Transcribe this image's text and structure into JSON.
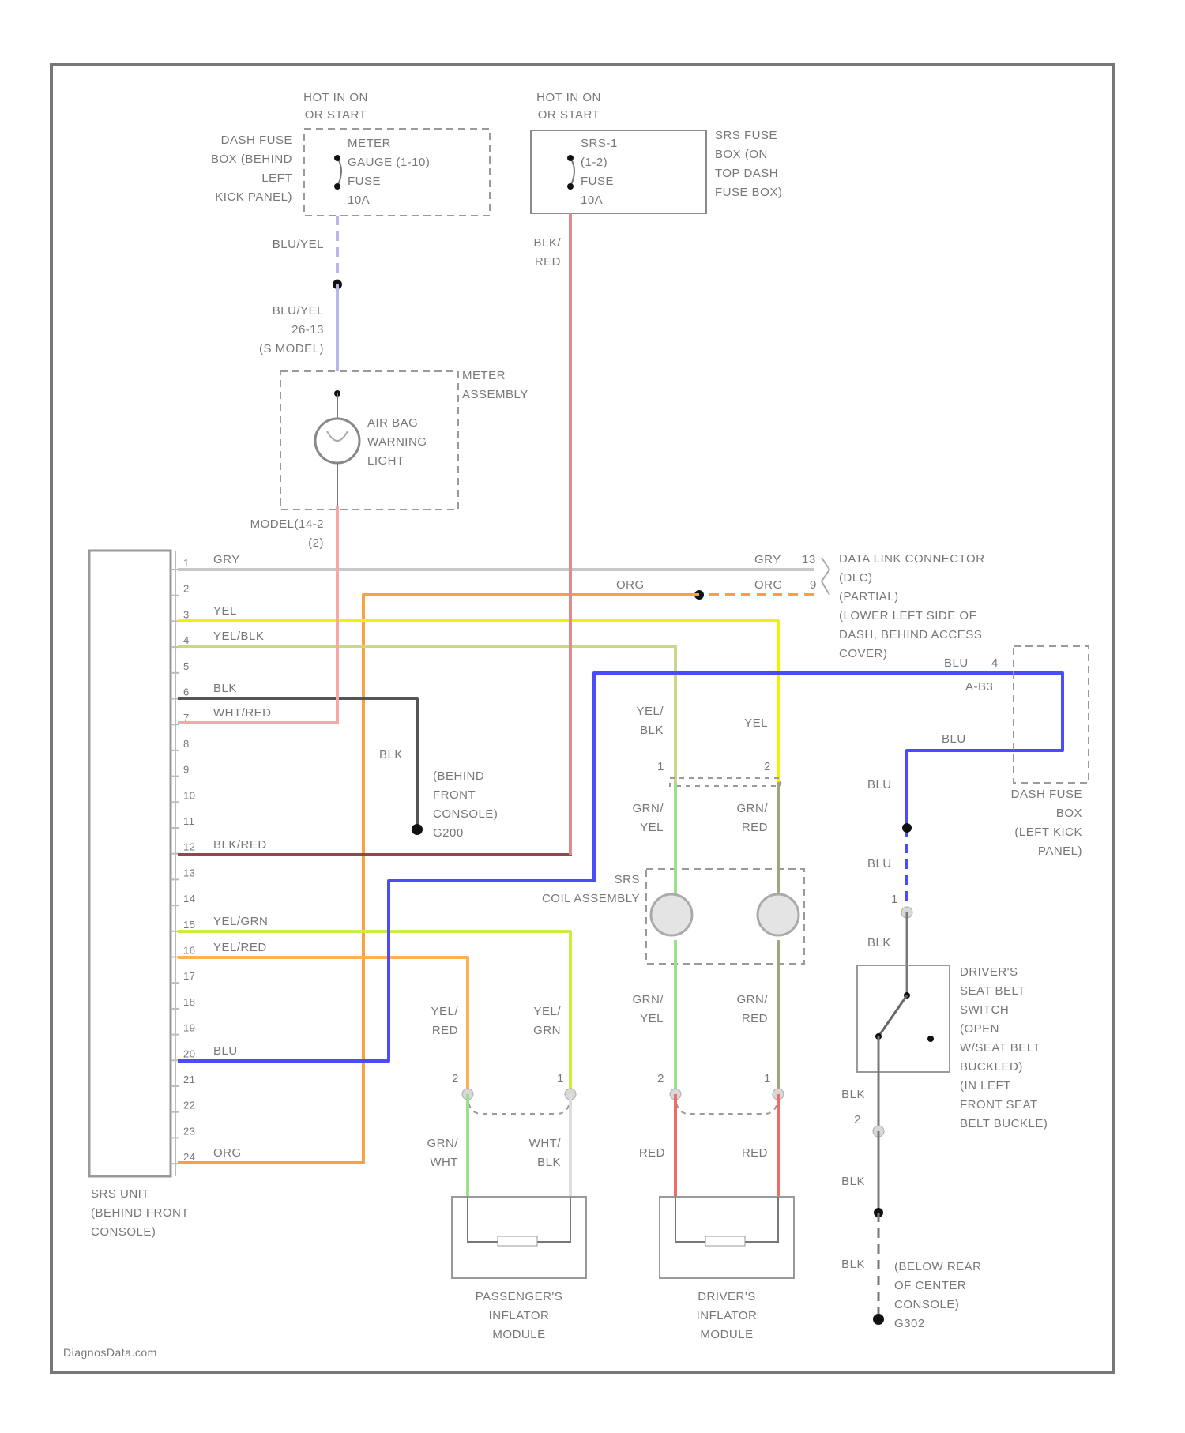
{
  "diagram": {
    "fuse1": {
      "supply": [
        "HOT IN ON",
        "OR START"
      ],
      "location": [
        "DASH FUSE",
        "BOX (BEHIND",
        "LEFT",
        "KICK PANEL)"
      ],
      "name": [
        "METER",
        "GAUGE (1-10)",
        "FUSE",
        "10A"
      ]
    },
    "fuse2": {
      "supply": [
        "HOT IN ON",
        "OR START"
      ],
      "location": [
        "SRS FUSE",
        "BOX (ON",
        "TOP DASH",
        "FUSE BOX)"
      ],
      "name": [
        "SRS-1",
        "(1-2)",
        "FUSE",
        "10A"
      ]
    },
    "meter": {
      "name": [
        "METER",
        "ASSEMBLY"
      ],
      "lamp": [
        "AIR BAG",
        "WARNING",
        "LIGHT"
      ],
      "wire_in": [
        "BLU/YEL",
        "26-13",
        "(S MODEL)"
      ],
      "wire_top": "BLU/YEL",
      "model": [
        "MODEL(14-2",
        "(2)"
      ]
    },
    "srs_unit": {
      "name": [
        "SRS UNIT",
        "(BEHIND FRONT",
        "CONSOLE)"
      ],
      "pins": [
        "1",
        "2",
        "3",
        "4",
        "5",
        "6",
        "7",
        "8",
        "9",
        "10",
        "11",
        "12",
        "13",
        "14",
        "15",
        "16",
        "17",
        "18",
        "19",
        "20",
        "21",
        "22",
        "23",
        "24"
      ]
    },
    "pin_wires": {
      "p1": "GRY",
      "p3": "YEL",
      "p4": "YEL/BLK",
      "p6": "BLK",
      "p7": "WHT/RED",
      "p12": "BLK/RED",
      "p15": "YEL/GRN",
      "p16": "YEL/RED",
      "p20": "BLU",
      "p24": "ORG"
    },
    "wire_mid": {
      "org": "ORG",
      "fuse2_out": [
        "BLK/",
        "RED"
      ],
      "blk_ground": "BLK"
    },
    "dlc": {
      "name": [
        "DATA LINK CONNECTOR",
        "(DLC)",
        "(PARTIAL)",
        "(LOWER LEFT SIDE OF",
        "DASH, BEHIND ACCESS",
        "COVER)"
      ],
      "w1": "GRY",
      "p1": "13",
      "w2": "ORG",
      "p2": "9"
    },
    "ground1": [
      "(BEHIND",
      "FRONT",
      "CONSOLE)",
      "G200"
    ],
    "dash_fuse_box": {
      "name": [
        "DASH FUSE",
        "BOX",
        "(LEFT KICK",
        "PANEL)"
      ],
      "wire": "BLU",
      "pin": "4",
      "conn": "A-B3",
      "wire2": "BLU",
      "wire3": "BLU",
      "wire4": "BLU",
      "wire5": "BLK"
    },
    "cable_reel": {
      "name": [
        "SRS",
        "COIL ASSEMBLY"
      ],
      "top_left": [
        "YEL/",
        "BLK"
      ],
      "top_right": "YEL",
      "mid_left": [
        "GRN/",
        "YEL"
      ],
      "mid_right": [
        "GRN/",
        "RED"
      ],
      "bot_left": [
        "GRN/",
        "YEL"
      ],
      "bot_right": [
        "GRN/",
        "RED"
      ]
    },
    "passenger_module": {
      "name": [
        "PASSENGER'S",
        "INFLATOR",
        "MODULE"
      ],
      "wire_l": [
        "YEL/",
        "RED"
      ],
      "wire_r": [
        "YEL/",
        "GRN"
      ],
      "wire_lo_l": [
        "GRN/",
        "WHT"
      ],
      "wire_lo_r": [
        "WHT/",
        "BLK"
      ]
    },
    "driver_module": {
      "name": [
        "DRIVER'S",
        "INFLATOR",
        "MODULE"
      ],
      "wire_lo_l": "RED",
      "wire_lo_r": "RED"
    },
    "seat_belt": {
      "name": [
        "DRIVER'S",
        "SEAT BELT",
        "SWITCH",
        "(OPEN",
        "W/SEAT BELT",
        "BUCKLED)",
        "(IN LEFT",
        "FRONT SEAT",
        "BELT BUCKLE)"
      ],
      "wire_lo": "BLK",
      "pin": "2",
      "wire_lo2": "BLK",
      "wire_lo3": "BLK"
    },
    "ground2": [
      "(BELOW REAR",
      "OF CENTER",
      "CONSOLE)",
      "G302"
    ],
    "watermark": "DiagnosData.com"
  },
  "colors": {
    "gry": "#c8c8c8",
    "org": "#ffa040",
    "yel": "#f2f200",
    "yel_blk": "#c8d888",
    "blk": "#555555",
    "wht_red": "#f4a8a8",
    "blk_red": "#8b4a4a",
    "yel_grn": "#c8ee40",
    "yel_red": "#ffb050",
    "blu": "#4b4bff",
    "grn_yel": "#9ee08a",
    "grn_red": "#a4a47a",
    "red": "#f06a6a",
    "fuse2_out": "#e08a8a",
    "blu_yel": "#b8b8e8"
  }
}
